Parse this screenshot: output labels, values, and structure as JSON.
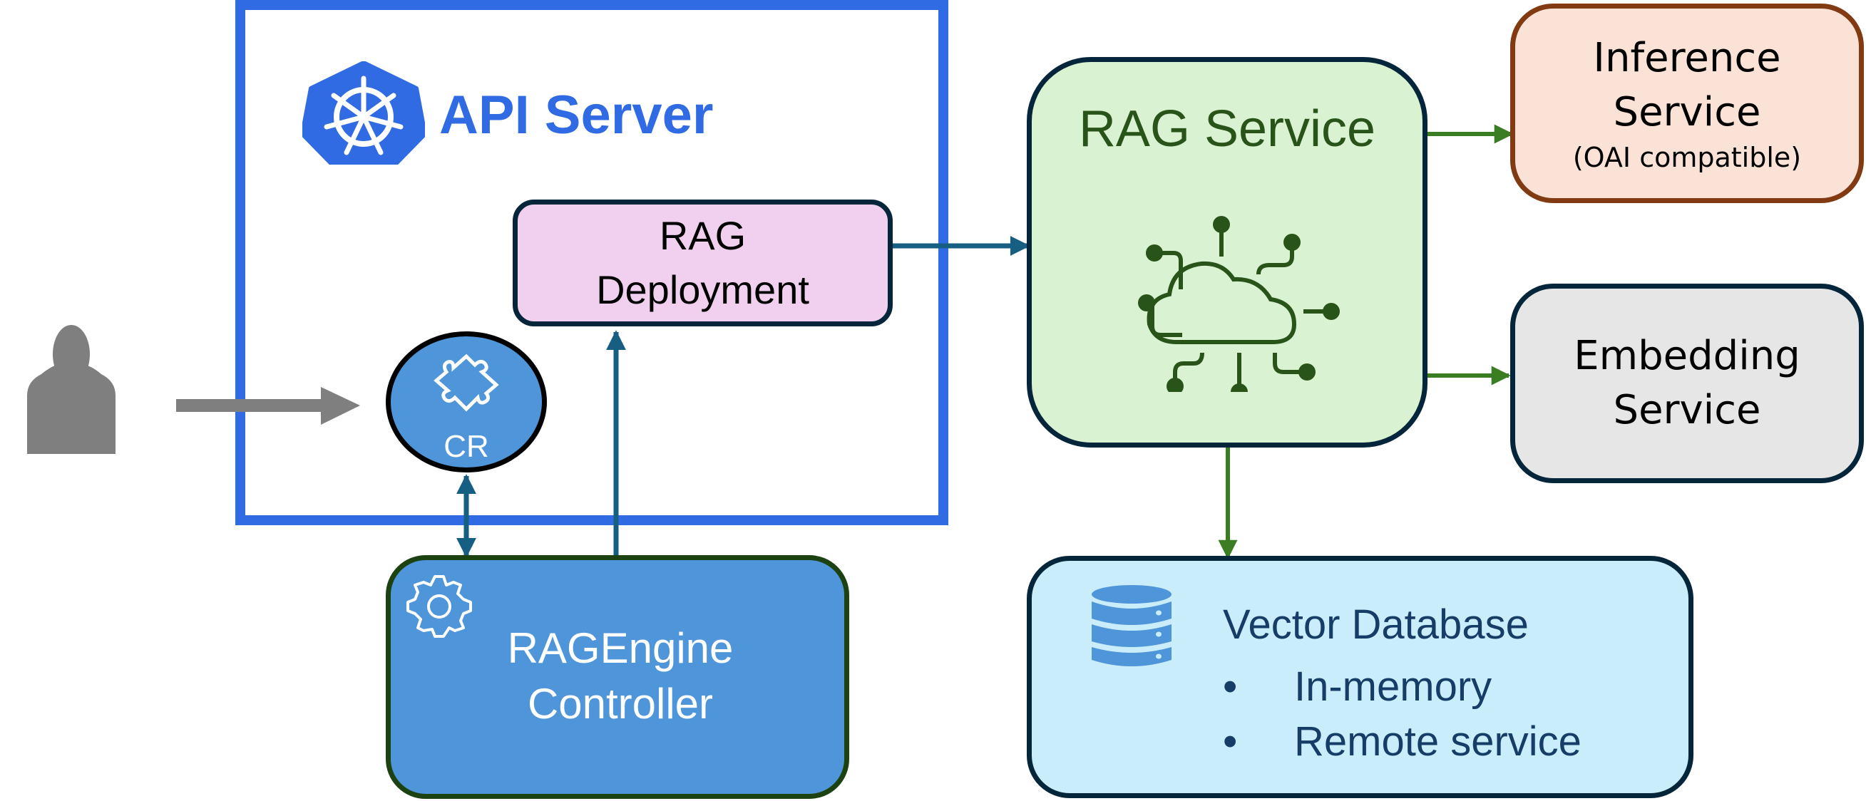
{
  "diagram": {
    "api_server": {
      "title": "API Server",
      "logo_icon": "kubernetes-helm-icon"
    },
    "user": {
      "icon": "user-icon"
    },
    "cr": {
      "label": "CR",
      "icon": "puzzle-icon"
    },
    "rag_deployment": {
      "lines": [
        "RAG",
        "Deployment"
      ]
    },
    "controller": {
      "lines": [
        "RAGEngine",
        "Controller"
      ],
      "icon": "gear-icon"
    },
    "rag_service": {
      "title": "RAG Service",
      "icon": "cloud-network-icon"
    },
    "inference_service": {
      "lines": [
        "Inference",
        "Service"
      ],
      "subtitle": "(OAI compatible)"
    },
    "embedding_service": {
      "lines": [
        "Embedding",
        "Service"
      ]
    },
    "vector_database": {
      "title": "Vector Database",
      "icon": "database-icon",
      "bullet": "•",
      "items": [
        "In-memory",
        "Remote service"
      ]
    },
    "colors": {
      "api_frame": "#316be3",
      "node_blue": "#4f95d9",
      "deploy_fill": "#f1d0ef",
      "service_fill": "#d8f2d2",
      "service_text": "#285419",
      "inference_fill": "#fbe2d6",
      "inference_border": "#823a12",
      "embedding_fill": "#e6e6e6",
      "vectordb_fill": "#caedfb",
      "vectordb_text": "#163d67",
      "arrow_teal": "#165e82",
      "arrow_green": "#3a7d22",
      "arrow_gray": "#7f7f7f",
      "border_dark": "#05263a"
    },
    "edges": [
      {
        "from": "user",
        "to": "cr",
        "style": "gray-block-arrow"
      },
      {
        "from": "cr",
        "to": "controller",
        "style": "teal-bidirectional"
      },
      {
        "from": "controller",
        "to": "rag_deployment",
        "style": "teal"
      },
      {
        "from": "rag_deployment",
        "to": "rag_service",
        "style": "teal"
      },
      {
        "from": "rag_service",
        "to": "inference_service",
        "style": "green"
      },
      {
        "from": "rag_service",
        "to": "embedding_service",
        "style": "green"
      },
      {
        "from": "rag_service",
        "to": "vector_database",
        "style": "green"
      }
    ]
  }
}
